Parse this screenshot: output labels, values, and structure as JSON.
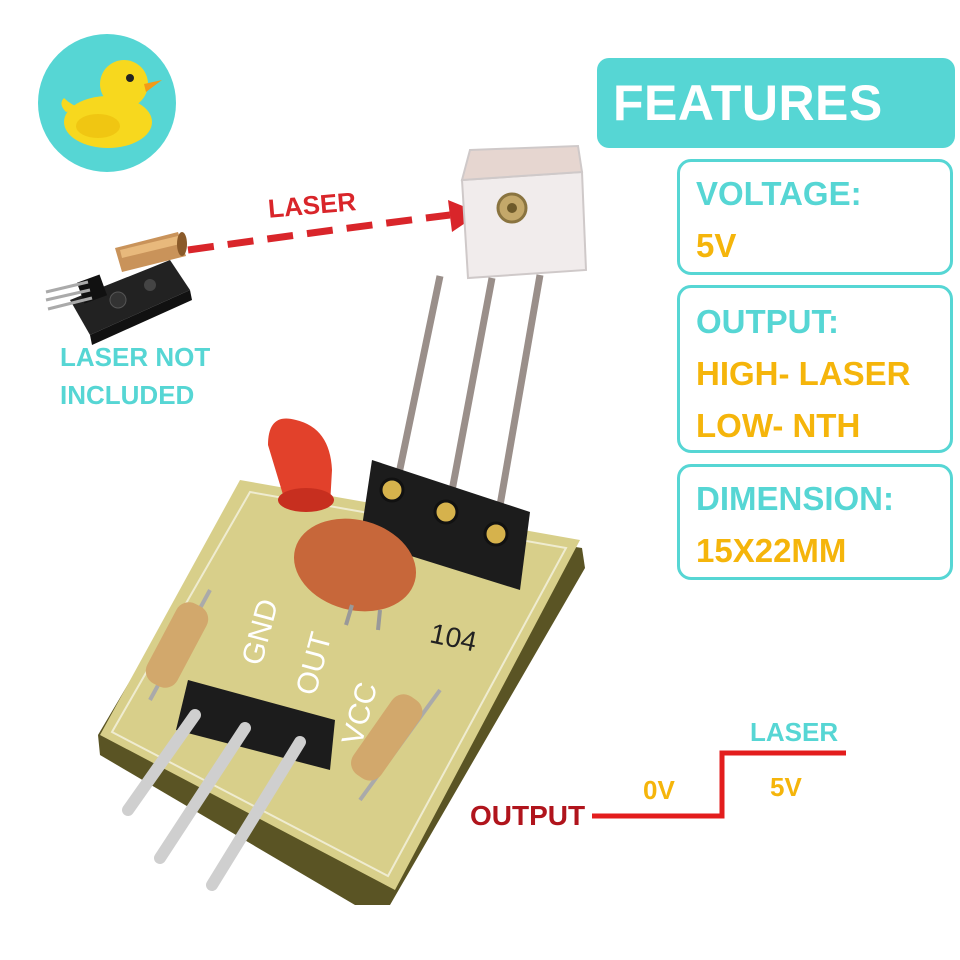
{
  "features": {
    "title": "FEATURES",
    "voltage_label": "VOLTAGE:",
    "voltage_value": "5V",
    "output_label": "OUTPUT:",
    "output_high": "HIGH- LASER",
    "output_low": "LOW- NTH",
    "dimension_label": "DIMENSION:",
    "dimension_value": "15X22MM"
  },
  "laser_arrow_label": "LASER",
  "laser_note": [
    "LASER NOT",
    "INCLUDED"
  ],
  "pcb": {
    "pin_labels": [
      "GND",
      "OUT",
      "VCC"
    ],
    "cap_marking": "104"
  },
  "output_diagram": {
    "output_label": "OUTPUT",
    "low_label": "0V",
    "high_label": "5V",
    "laser_label": "LASER"
  },
  "colors": {
    "accent": "#56d6d4",
    "value": "#f5b50b",
    "laser_red": "#d9252a",
    "output_red": "#b0141c"
  },
  "icons": {
    "logo": "duck-icon"
  }
}
